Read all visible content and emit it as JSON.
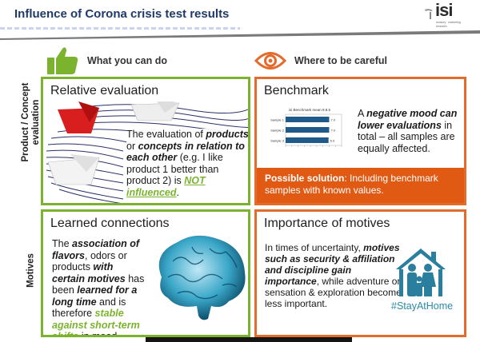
{
  "header": {
    "title": "Influence of Corona crisis test results",
    "logo_text": "isi",
    "logo_sub": "sensory · marketing · research"
  },
  "columns": {
    "left": "What you can do",
    "right": "Where to be careful"
  },
  "rows": {
    "top": "Product / Concept evaluation",
    "bottom": "Motives"
  },
  "relative": {
    "title": "Relative evaluation",
    "t1": "The evaluation of ",
    "t2": "products",
    "t3": " or ",
    "t4": "concepts in relation to each other",
    "t5": " (e.g. I like product 1 better than product 2) is ",
    "t6": "NOT influenced",
    "t7": "."
  },
  "benchmark": {
    "title": "Benchmark",
    "t1": "A ",
    "t2": "negative mood can lower evaluations",
    "t3": " in total – all samples are equally affected.",
    "solution_label": "Possible solution",
    "solution_text": ": Including benchmark samples with known values."
  },
  "learned": {
    "title": "Learned connections",
    "t1": "The ",
    "t2": "association of flavors",
    "t3": ", odors or products ",
    "t4": "with certain motives",
    "t5": " has been ",
    "t6": "learned for a long time",
    "t7": " and is therefore ",
    "t8": "stable against short-term shifts",
    "t9": " in mood."
  },
  "motives": {
    "title": "Importance of motives",
    "t1": "In times of uncertainty, ",
    "t2": "motives such as security & affiliation and discipline gain importance",
    "t3": ", while adventure or sensation & exploration become less important.",
    "hashtag": "#StayAtHome"
  },
  "chart_data": {
    "type": "bar",
    "title": "isi Benchmark mean 9.8.5",
    "categories": [
      "Sample 1",
      "Sample 2",
      "Sample 3"
    ],
    "values": [
      7.0,
      7.0,
      6.9
    ],
    "value_labels": [
      "7.0",
      "7.0",
      "6.9"
    ],
    "xlim": [
      0,
      9
    ],
    "colors": {
      "bar": "#1f5a8a"
    }
  },
  "colors": {
    "green": "#7cb32e",
    "orange": "#e36b2c",
    "solution_bg": "#e05a14",
    "title": "#1f3a68"
  }
}
